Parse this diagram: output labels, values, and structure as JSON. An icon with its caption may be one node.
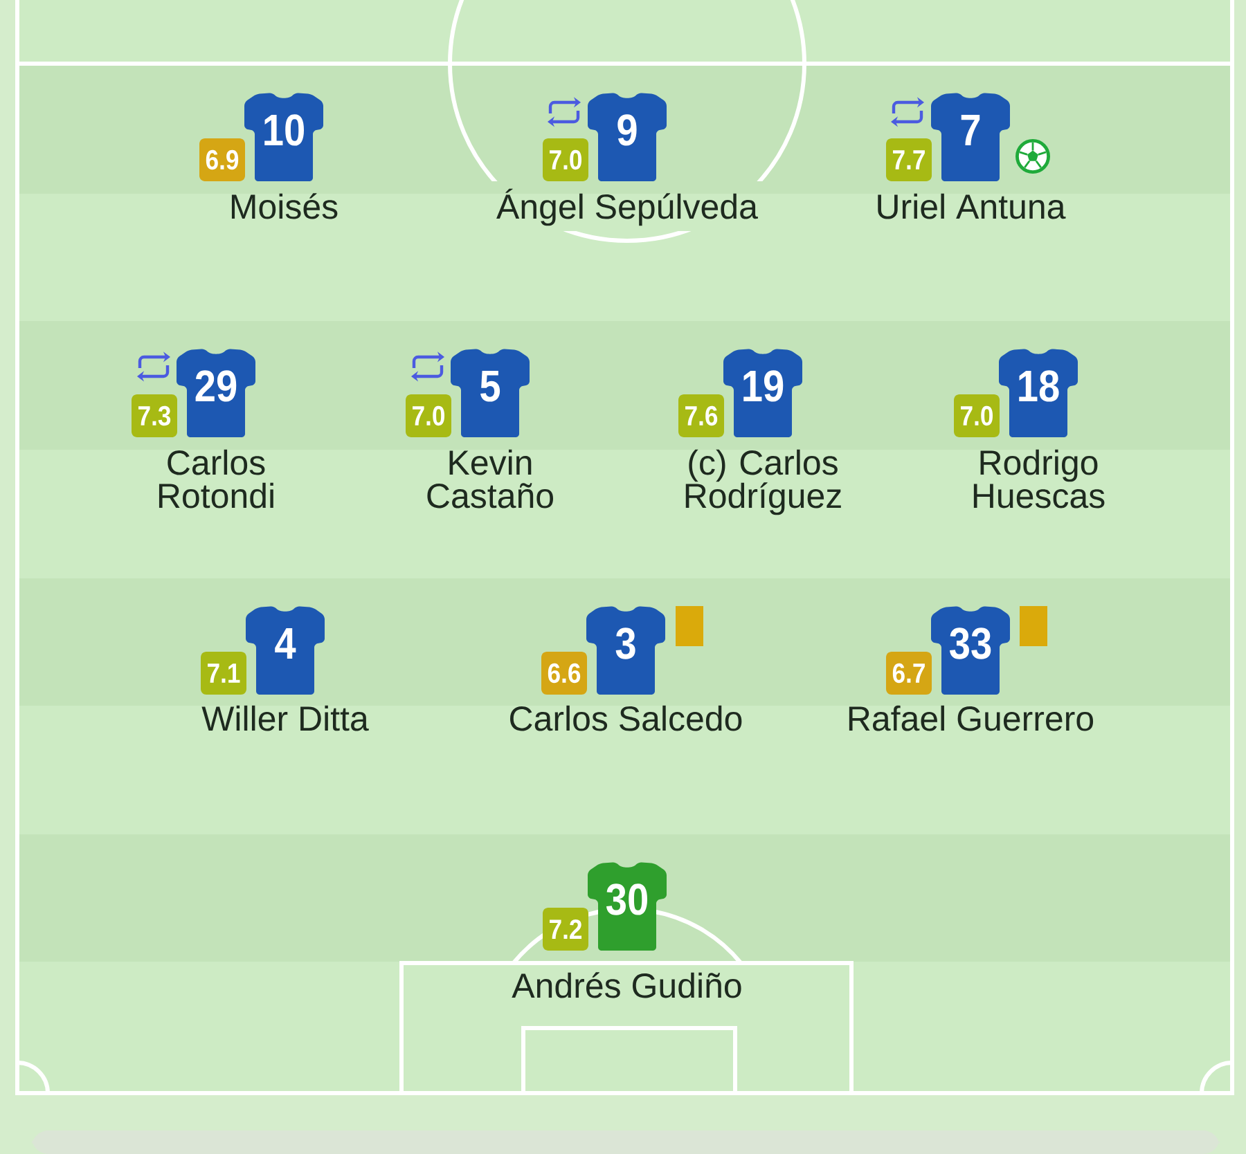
{
  "diagram": {
    "nodes": [
      {
        "text": [
          "6.9"
        ]
      },
      {
        "text": [
          "10"
        ],
        "beside": [
          "Moisés"
        ]
      },
      {
        "text": [
          "7.0"
        ]
      },
      {
        "text": [
          "9"
        ],
        "beside": [
          "Ángel Sepúlveda"
        ]
      },
      {
        "text": [
          "7.7"
        ]
      },
      {
        "text": [
          "7"
        ],
        "beside": [
          "Uriel Antuna"
        ]
      },
      {
        "text": [
          "7.3"
        ]
      },
      {
        "text": [
          "29"
        ],
        "beside": [
          "Carlos Rotondi"
        ]
      },
      {
        "text": [
          "7.0"
        ]
      },
      {
        "text": [
          "5"
        ],
        "beside": [
          "Kevin Castaño"
        ]
      },
      {
        "text": [
          "7.6"
        ]
      },
      {
        "text": [
          "19"
        ],
        "beside": [
          "(c) Carlos Rodríguez"
        ]
      },
      {
        "text": [
          "7.0"
        ]
      },
      {
        "text": [
          "18"
        ],
        "beside": [
          "Rodrigo Huescas"
        ]
      },
      {
        "text": [
          "7.1"
        ]
      },
      {
        "text": [
          "4"
        ],
        "beside": [
          "Willer Ditta"
        ]
      },
      {
        "text": [
          "6.6"
        ]
      },
      {
        "text": [
          "3"
        ],
        "beside": [
          "Carlos Salcedo"
        ]
      },
      {
        "text": [
          "6.7"
        ]
      },
      {
        "text": [
          "33"
        ],
        "beside": [
          "Rafael Guerrero"
        ]
      },
      {
        "text": [
          "7.2"
        ]
      },
      {
        "text": [
          "30"
        ],
        "beside": [
          "Andrés Gudiño"
        ]
      }
    ]
  }
}
